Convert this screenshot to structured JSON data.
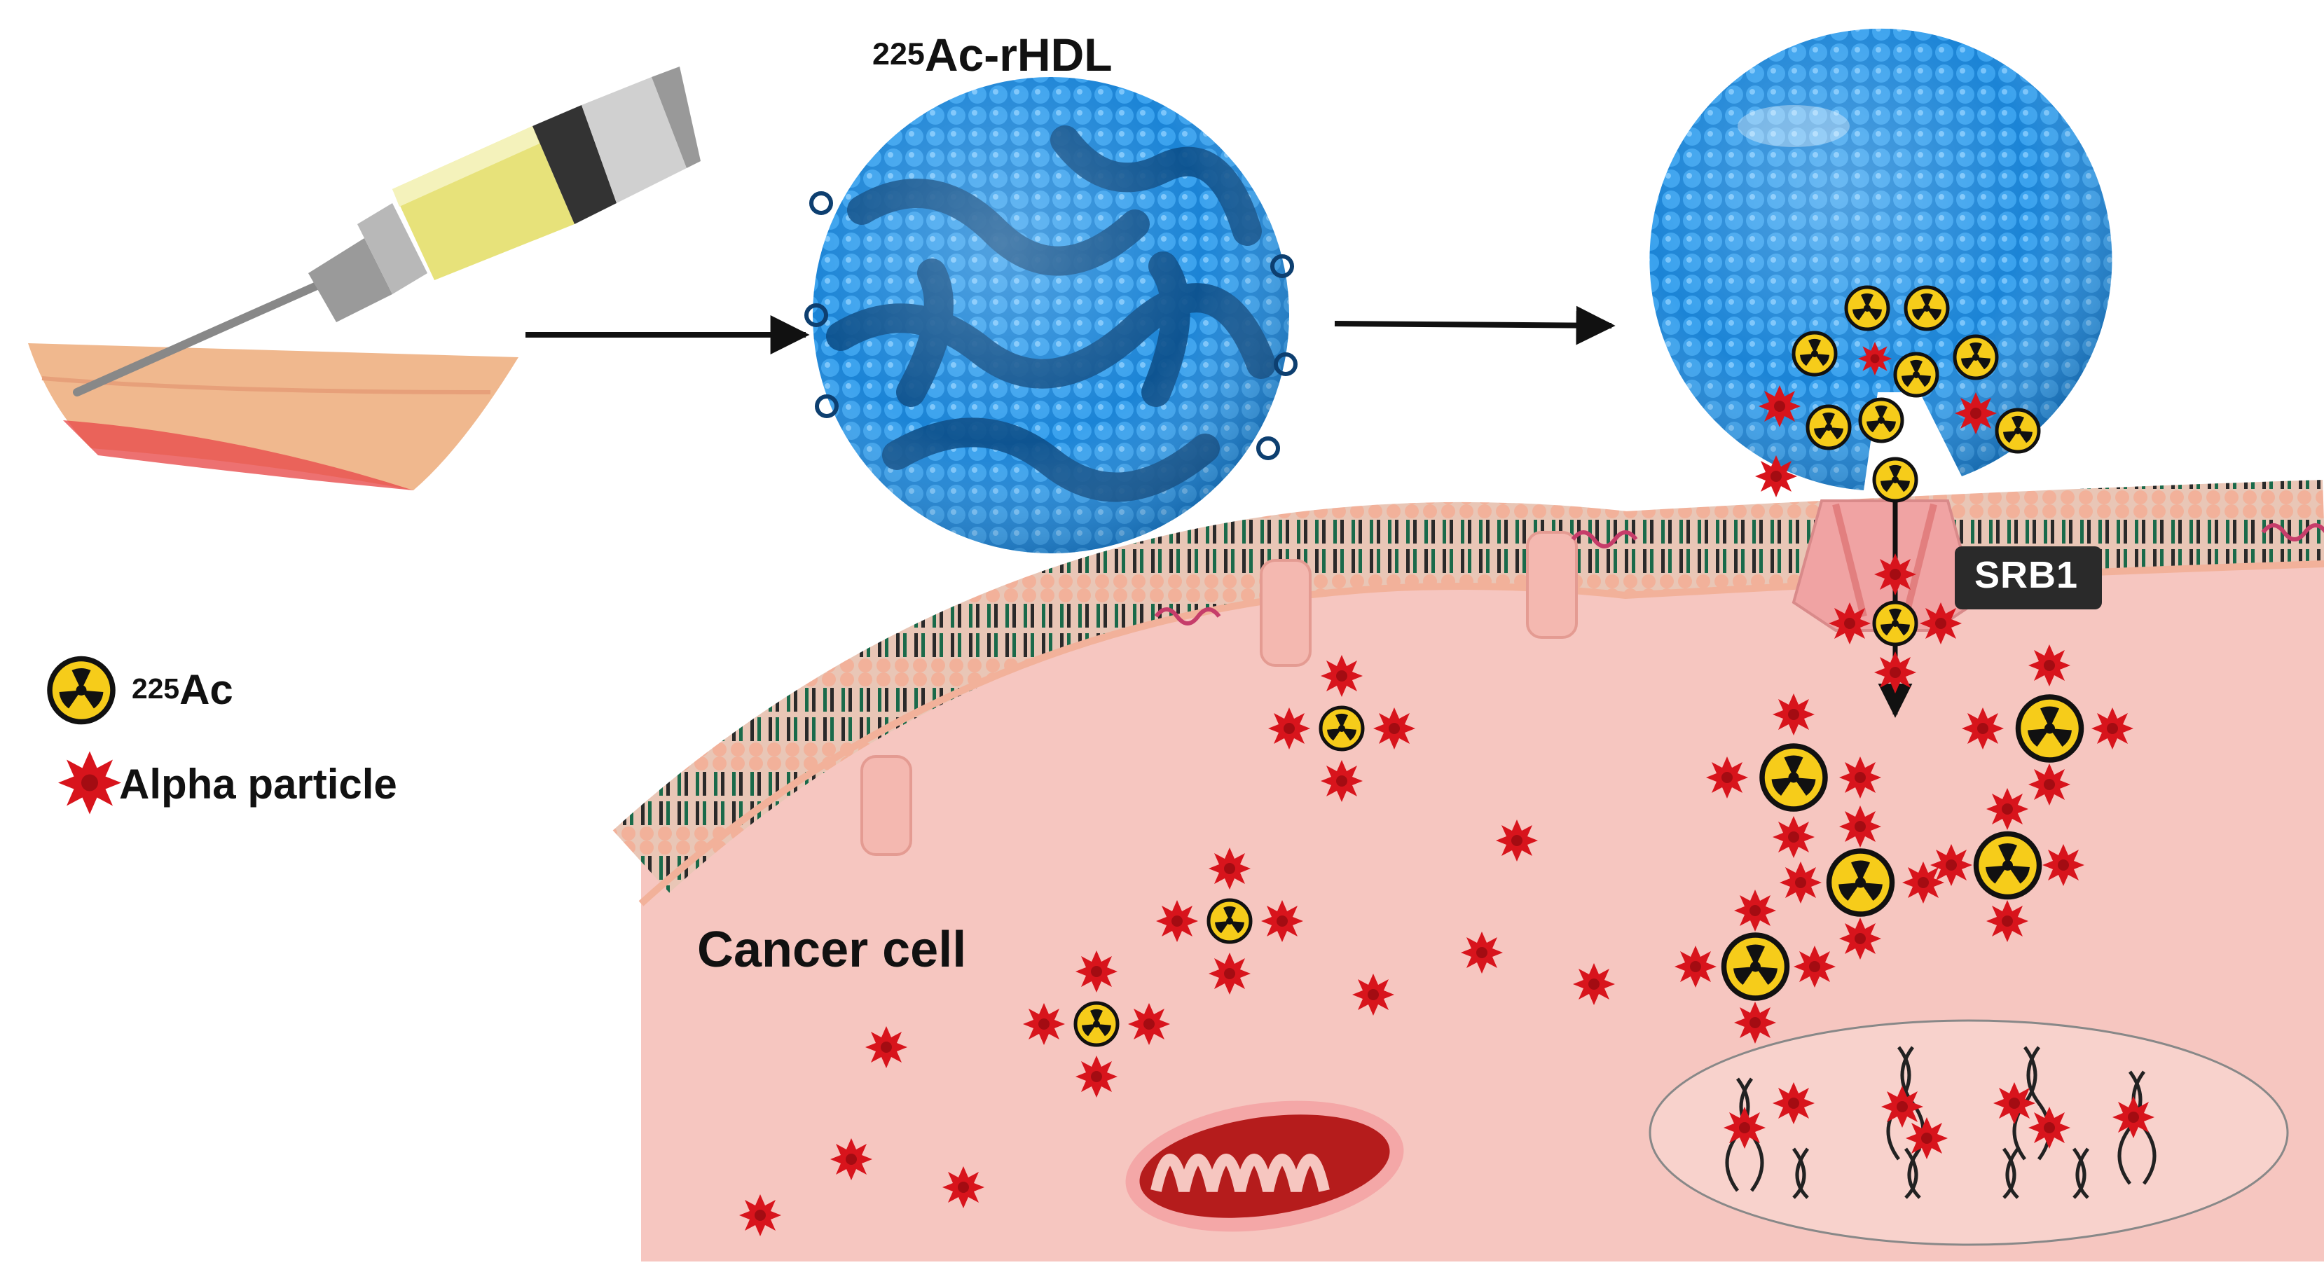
{
  "title": {
    "isotope_mass": "225",
    "label": "Ac-rHDL"
  },
  "legend": {
    "isotope": {
      "mass": "225",
      "symbol": "Ac",
      "icon": "radiation-icon"
    },
    "alpha": {
      "label": "Alpha particle",
      "icon": "red-starburst-icon"
    }
  },
  "labels": {
    "receptor": "SRB1",
    "cell": "Cancer cell"
  },
  "colors": {
    "rhdl_blue": "#1f8ad8",
    "rhdl_dark": "#0d4f8a",
    "cell_pink": "#f6c6c0",
    "membrane_green": "#1c6b4a",
    "alpha_red": "#d8141c",
    "radiation_yellow": "#f6cc1a",
    "receptor_pink": "#f0a3a3",
    "mitochondrion_red": "#b51c1c"
  }
}
